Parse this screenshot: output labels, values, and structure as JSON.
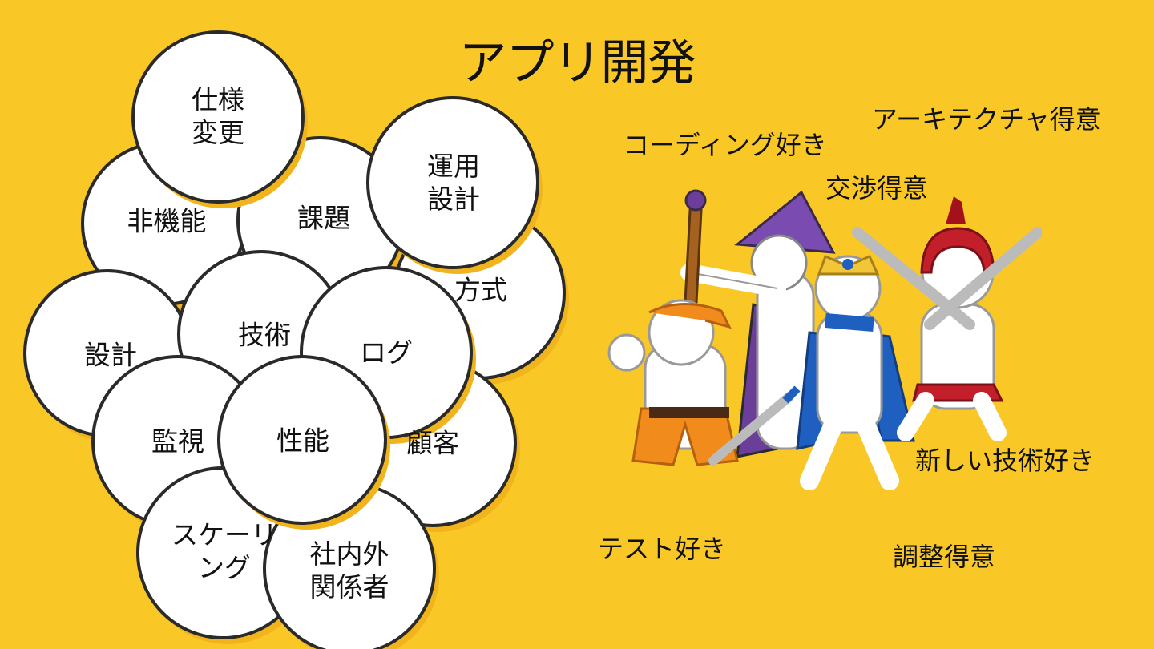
{
  "slide": {
    "title": "アプリ開発",
    "bubbles": [
      {
        "id": "non-functional",
        "label": "非機能"
      },
      {
        "id": "issues",
        "label": "課題"
      },
      {
        "id": "spec-change",
        "label": "仕様\n変更"
      },
      {
        "id": "method",
        "label": "方式"
      },
      {
        "id": "ops-design",
        "label": "運用\n設計"
      },
      {
        "id": "design",
        "label": "設計"
      },
      {
        "id": "technology",
        "label": "技術"
      },
      {
        "id": "customer",
        "label": "顧客"
      },
      {
        "id": "log",
        "label": "ログ"
      },
      {
        "id": "monitoring",
        "label": "監視"
      },
      {
        "id": "scaling",
        "label": "スケーリ\nング"
      },
      {
        "id": "stakeholders",
        "label": "社内外\n関係者"
      },
      {
        "id": "performance",
        "label": "性能"
      }
    ],
    "traits": {
      "coding": "コーディング好き",
      "architecture": "アーキテクチャ得意",
      "negotiation": "交渉得意",
      "new_tech": "新しい技術好き",
      "testing": "テスト好き",
      "coordination": "調整得意"
    }
  }
}
